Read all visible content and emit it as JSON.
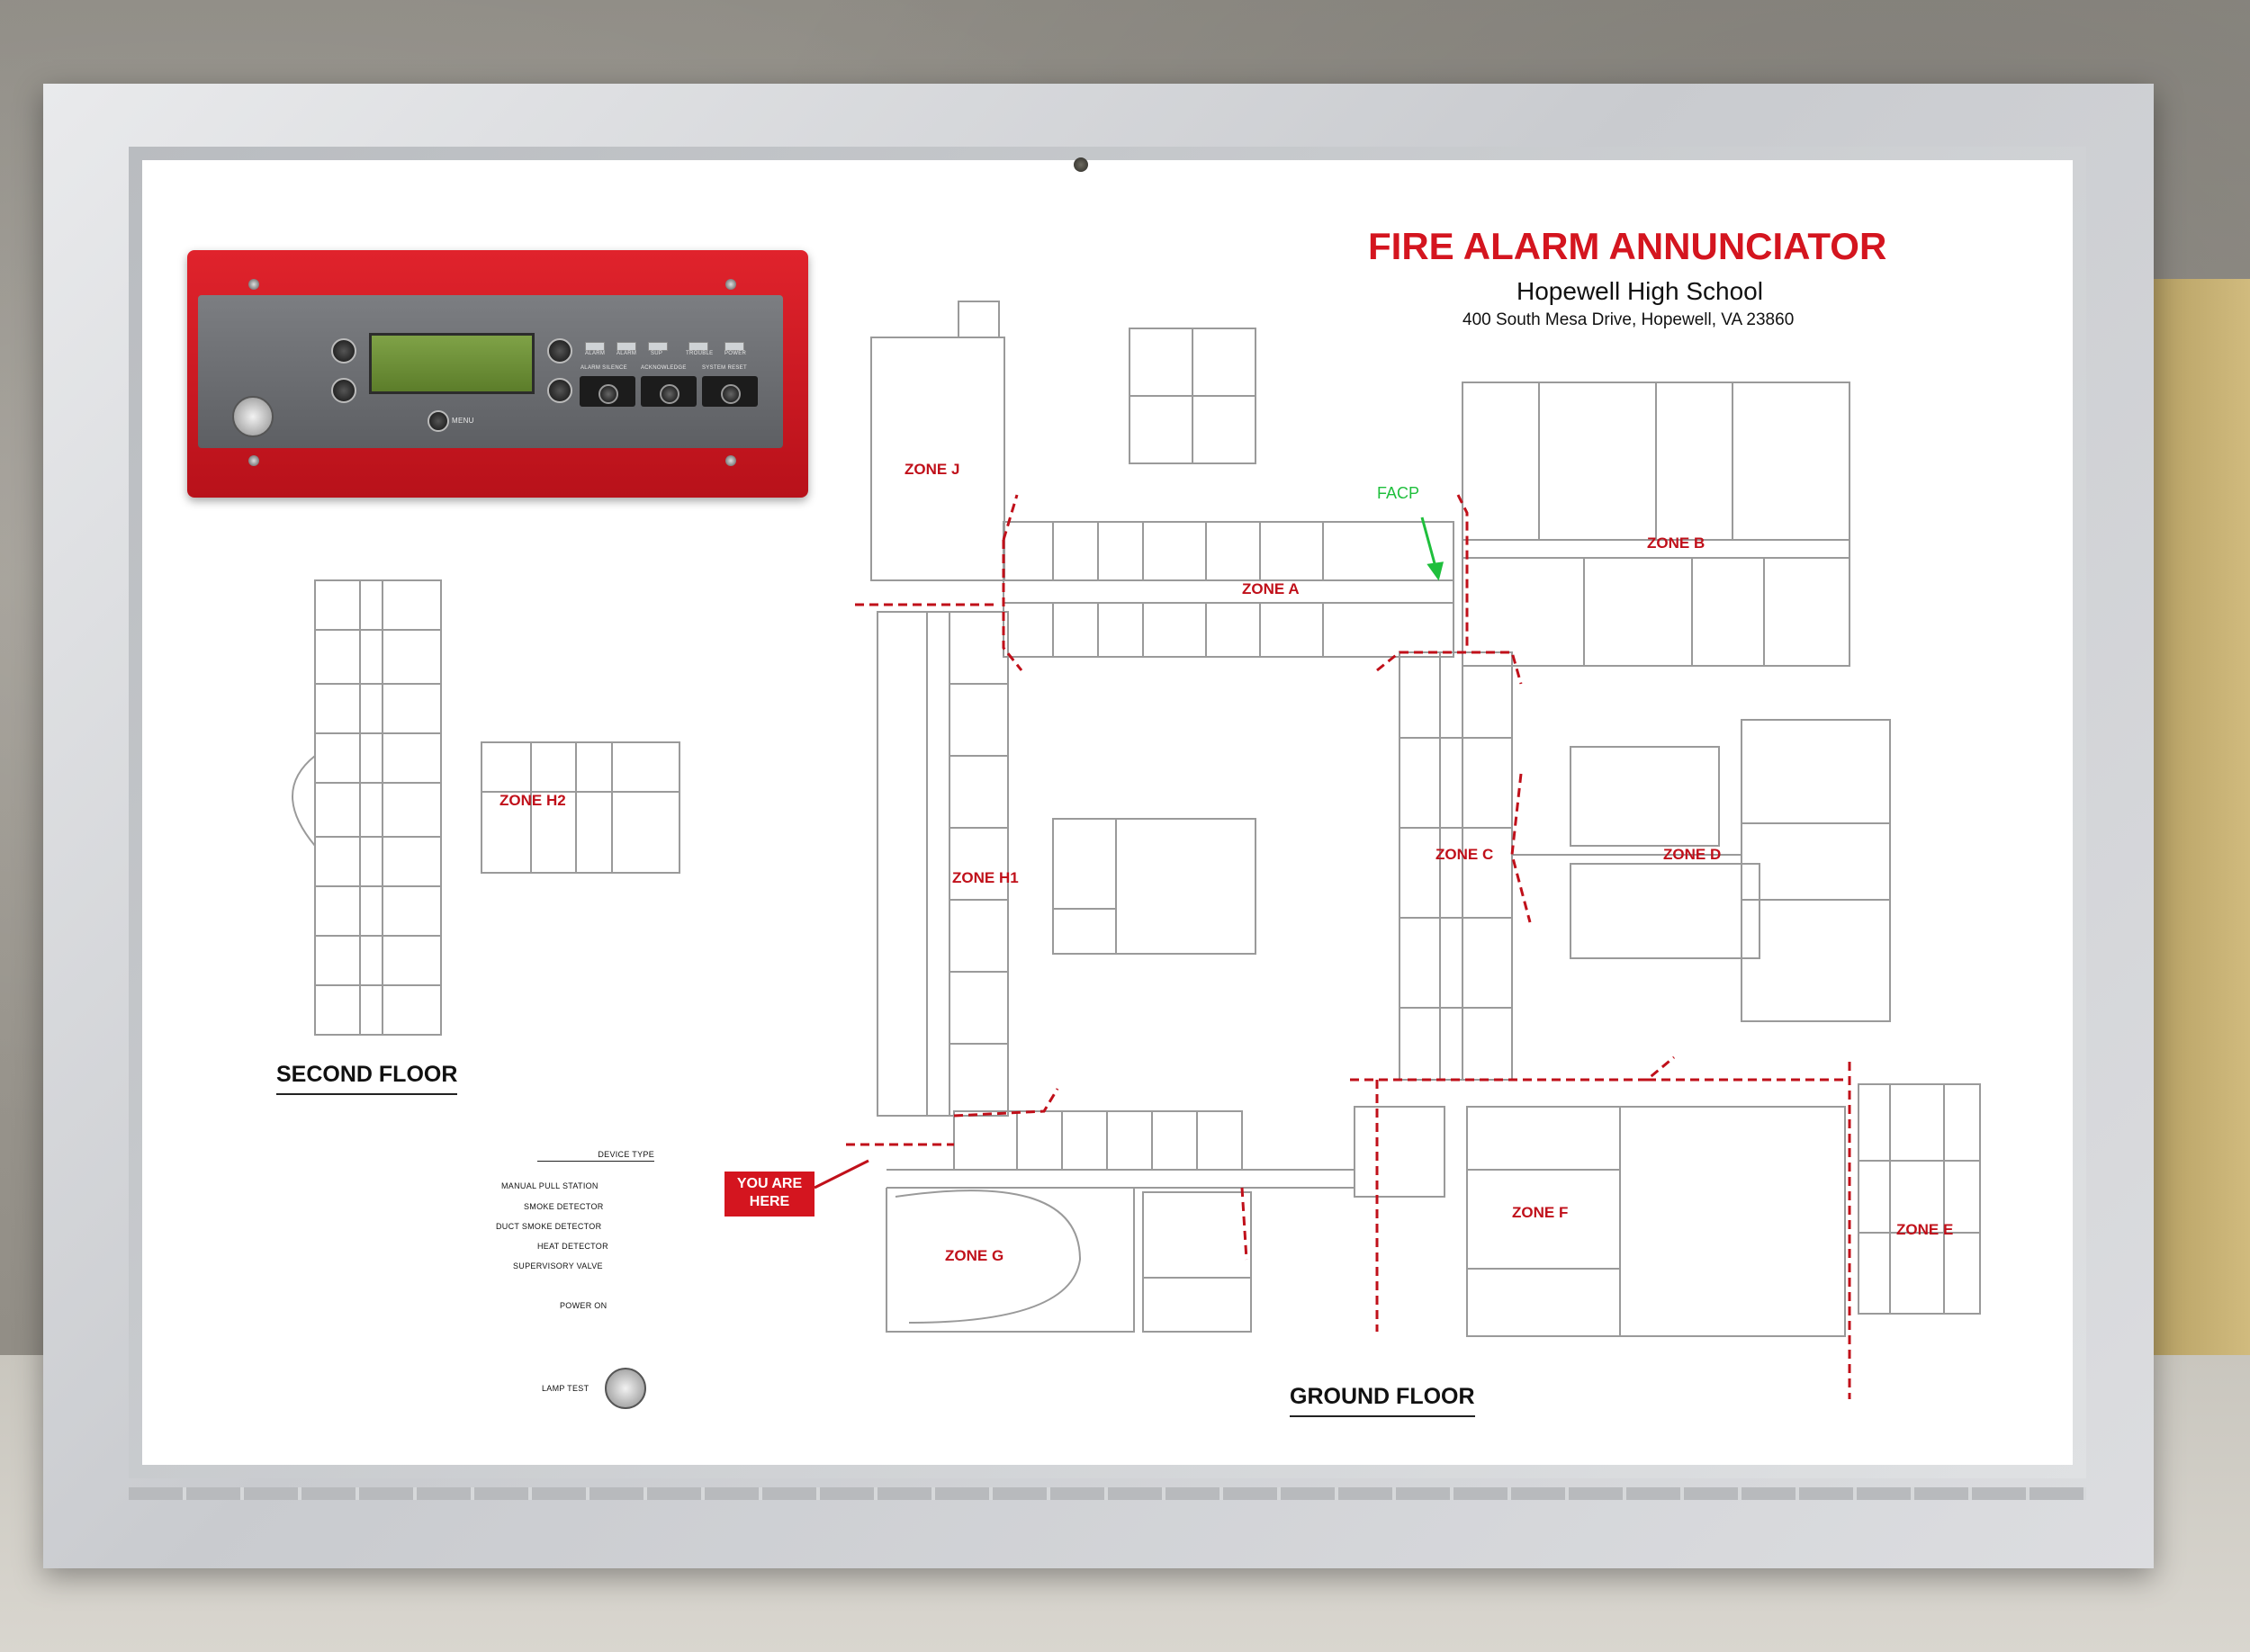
{
  "sign": {
    "title": "FIRE ALARM ANNUNCIATOR",
    "school": "Hopewell High School",
    "address": "400 South Mesa Drive, Hopewell, VA 23860"
  },
  "panel": {
    "menu_label": "MENU",
    "bottom_buttons": [
      "ALARM SILENCE",
      "ACKNOWLEDGE",
      "SYSTEM RESET"
    ],
    "led_labels": [
      "ALARM",
      "ALARM",
      "SUP",
      "TROUBLE",
      "POWER"
    ]
  },
  "zones": {
    "a": "ZONE A",
    "b": "ZONE B",
    "c": "ZONE C",
    "d": "ZONE D",
    "e": "ZONE E",
    "f": "ZONE F",
    "g": "ZONE G",
    "h1": "ZONE H1",
    "h2": "ZONE H2",
    "j": "ZONE J"
  },
  "facp": "FACP",
  "floors": {
    "second": "SECOND FLOOR",
    "ground": "GROUND FLOOR"
  },
  "you_are_here": [
    "YOU ARE",
    "HERE"
  ],
  "legend": {
    "heading": "DEVICE TYPE",
    "items": [
      "MANUAL PULL STATION",
      "SMOKE DETECTOR",
      "DUCT SMOKE DETECTOR",
      "HEAT DETECTOR",
      "SUPERVISORY VALVE"
    ],
    "power": "POWER ON",
    "lamp_test": "LAMP TEST"
  },
  "colors": {
    "zone_red": "#c0101a",
    "facp_green": "#1fbf3c",
    "panel_red": "#d4151f"
  }
}
